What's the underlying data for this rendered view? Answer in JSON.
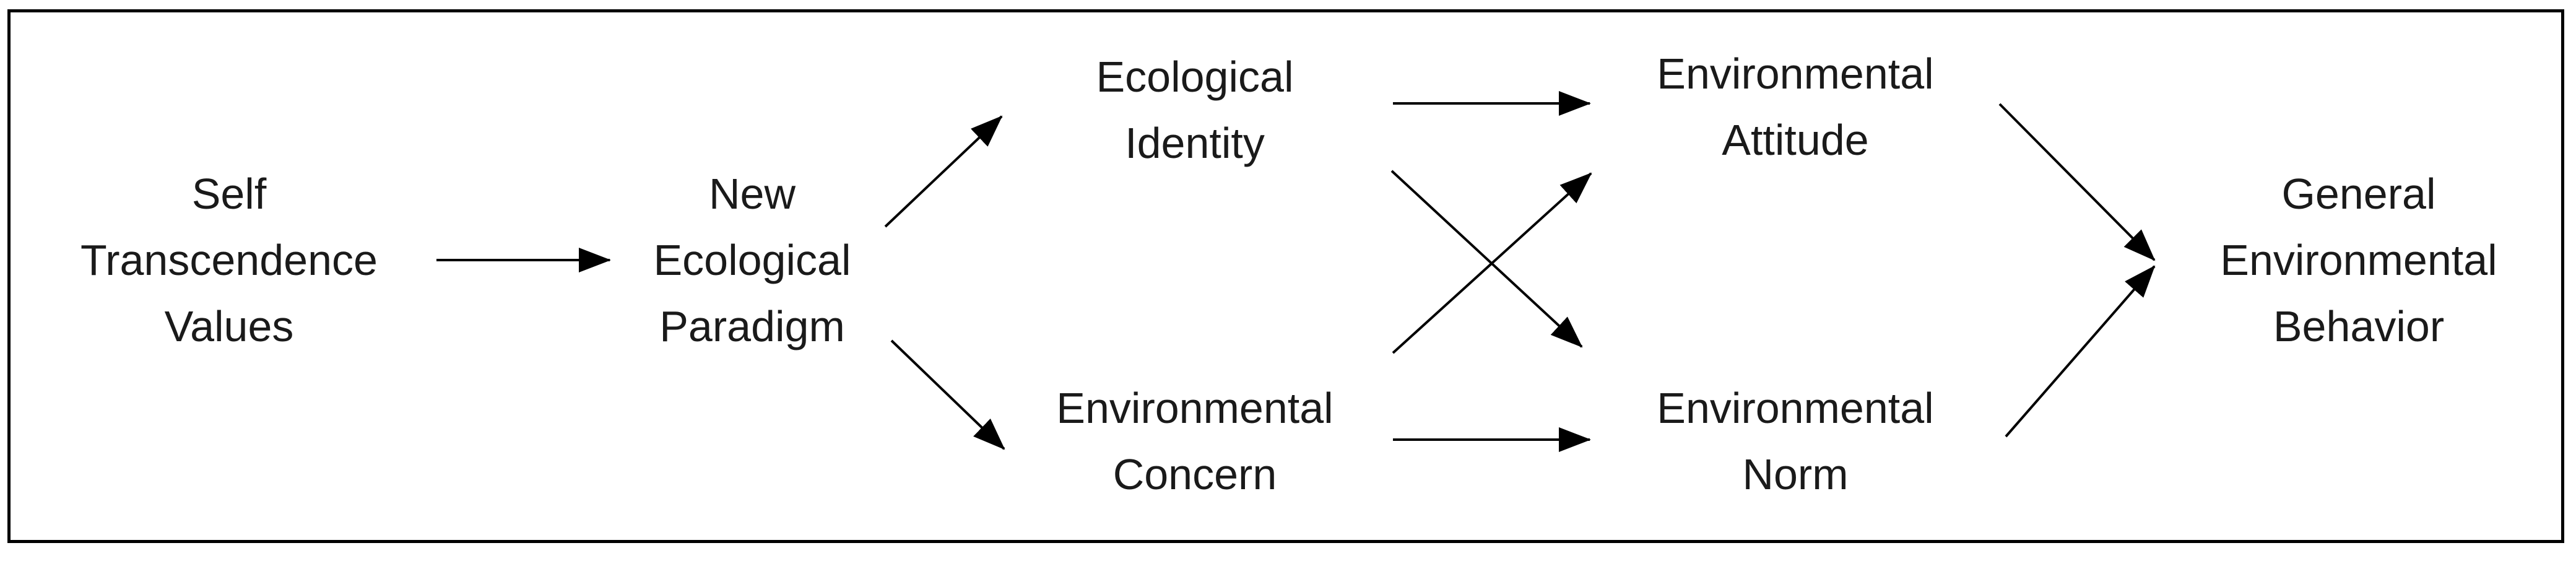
{
  "nodes": {
    "self_transcendence": {
      "lines": [
        "Self",
        "Transcendence",
        "Values"
      ]
    },
    "new_ecological_paradigm": {
      "lines": [
        "New",
        "Ecological",
        "Paradigm"
      ]
    },
    "ecological_identity": {
      "lines": [
        "Ecological",
        "Identity"
      ]
    },
    "environmental_concern": {
      "lines": [
        "Environmental",
        "Concern"
      ]
    },
    "environmental_attitude": {
      "lines": [
        "Environmental",
        "Attitude"
      ]
    },
    "environmental_norm": {
      "lines": [
        "Environmental",
        "Norm"
      ]
    },
    "general_environmental_behavior": {
      "lines": [
        "General",
        "Environmental",
        "Behavior"
      ]
    }
  },
  "edges": [
    {
      "from": "self_transcendence",
      "to": "new_ecological_paradigm"
    },
    {
      "from": "new_ecological_paradigm",
      "to": "ecological_identity"
    },
    {
      "from": "new_ecological_paradigm",
      "to": "environmental_concern"
    },
    {
      "from": "ecological_identity",
      "to": "environmental_attitude"
    },
    {
      "from": "ecological_identity",
      "to": "environmental_norm"
    },
    {
      "from": "environmental_concern",
      "to": "environmental_attitude"
    },
    {
      "from": "environmental_concern",
      "to": "environmental_norm"
    },
    {
      "from": "environmental_attitude",
      "to": "general_environmental_behavior"
    },
    {
      "from": "environmental_norm",
      "to": "general_environmental_behavior"
    }
  ],
  "colors": {
    "line": "#000000",
    "text": "#1a1a1a"
  }
}
